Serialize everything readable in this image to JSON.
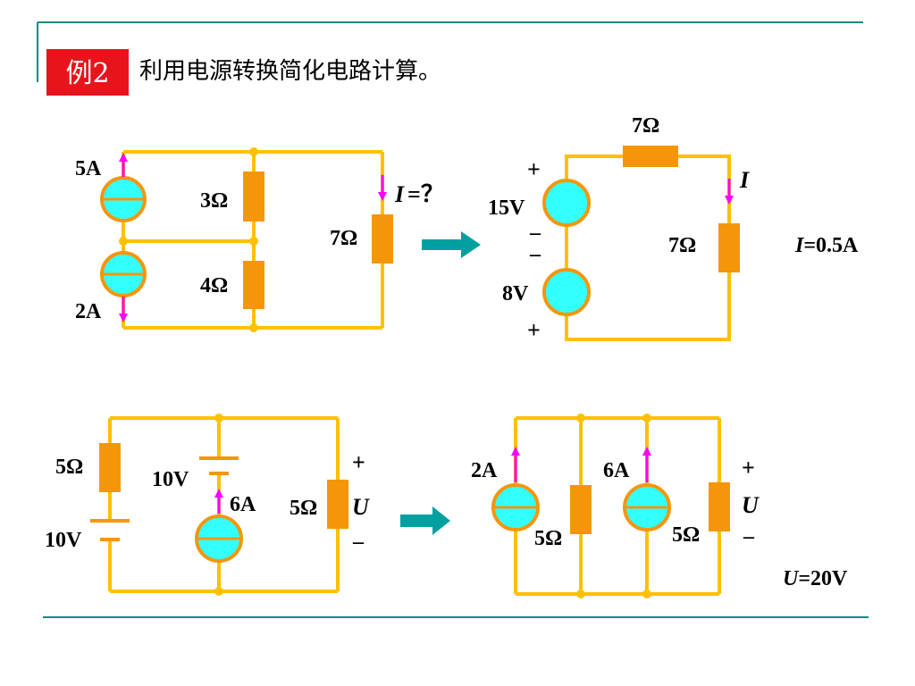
{
  "slide": {
    "badge": "例2",
    "title": "利用电源转换简化电路计算。"
  },
  "circuit1": {
    "source_top": "5A",
    "source_bottom": "2A",
    "r3": "3Ω",
    "r4": "4Ω",
    "r7": "7Ω",
    "current_symbol": "I",
    "current_query": "=？"
  },
  "circuit2": {
    "r_top": "7Ω",
    "current": "I",
    "r_right": "7Ω",
    "plus_top": "+",
    "v_top": "15V",
    "minus_1": "–",
    "minus_2": "–",
    "v_bottom": "8V",
    "plus_bottom": "+",
    "result_symbol": "I",
    "result_value": "=0.5A"
  },
  "circuit3": {
    "r_left": "5Ω",
    "v_left": "10V",
    "v_mid": "10V",
    "source": "6A",
    "r_right": "5Ω",
    "plus": "+",
    "u": "U",
    "minus": "–"
  },
  "circuit4": {
    "source_left": "2A",
    "source_right": "6A",
    "r_left": "5Ω",
    "r_right": "5Ω",
    "plus": "+",
    "u": "U",
    "minus": "–",
    "result_symbol": "U",
    "result_value": "=20V"
  },
  "colors": {
    "wire": "#FFC000",
    "resistor": "#F5960A",
    "source_fill": "#33FFFF",
    "source_ring": "#F5960A",
    "arrow": "#FF00FF",
    "transform_arrow": "#00A0A0",
    "line": "#0E8A8A",
    "badge_bg": "#E8141C"
  }
}
